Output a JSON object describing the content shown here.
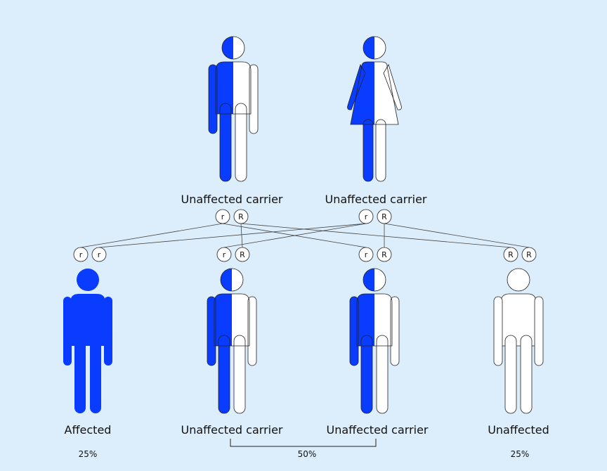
{
  "colors": {
    "background": "#dcedfb",
    "affected": "#0a3cff",
    "unaffected": "#ffffff",
    "outline": "#222222"
  },
  "parents": [
    {
      "label": "Unaffected carrier",
      "figure": "male",
      "fill": "half",
      "alleles": [
        "r",
        "R"
      ]
    },
    {
      "label": "Unaffected carrier",
      "figure": "female",
      "fill": "half",
      "alleles": [
        "r",
        "R"
      ]
    }
  ],
  "children": [
    {
      "label": "Affected",
      "fill": "full",
      "alleles": [
        "r",
        "r"
      ],
      "percent": "25%"
    },
    {
      "label": "Unaffected carrier",
      "fill": "half",
      "alleles": [
        "r",
        "R"
      ]
    },
    {
      "label": "Unaffected carrier",
      "fill": "half",
      "alleles": [
        "r",
        "R"
      ]
    },
    {
      "label": "Unaffected",
      "fill": "none",
      "alleles": [
        "R",
        "R"
      ],
      "percent": "25%"
    }
  ],
  "carrier_percent": "50%"
}
